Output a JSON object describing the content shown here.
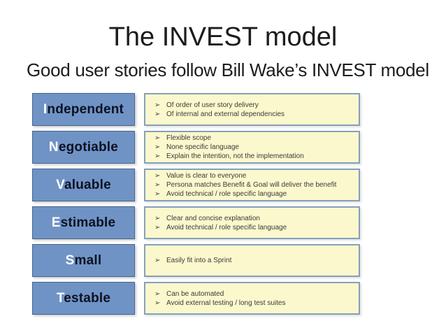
{
  "slide": {
    "title": "The INVEST model",
    "subtitle": "Good user stories follow Bill Wake’s INVEST model",
    "bullet_glyph": "➢",
    "colors": {
      "term_box_fill": "#7093c6",
      "term_box_border": "#46648c",
      "term_first_letter": "#ffffff",
      "term_text": "#0c1220",
      "note_box_fill": "#fbf8cd",
      "note_box_border": "#85a0ba",
      "note_text": "#3a3a3a",
      "background": "#ffffff"
    },
    "rows": [
      {
        "term": "Independent",
        "first_letter": "I",
        "rest": "ndependent",
        "bullets": [
          "Of order of user story delivery",
          "Of internal and external dependencies"
        ]
      },
      {
        "term": "Negotiable",
        "first_letter": "N",
        "rest": "egotiable",
        "bullets": [
          "Flexible scope",
          "None specific language",
          "Explain the intention, not the implementation"
        ]
      },
      {
        "term": "Valuable",
        "first_letter": "V",
        "rest": "aluable",
        "bullets": [
          "Value is clear to everyone",
          "Persona matches Benefit & Goal will deliver the benefit",
          "Avoid technical / role specific language"
        ]
      },
      {
        "term": "Estimable",
        "first_letter": "E",
        "rest": "stimable",
        "bullets": [
          "Clear and concise explanation",
          "Avoid technical / role specific language"
        ]
      },
      {
        "term": "Small",
        "first_letter": "S",
        "rest": "mall",
        "bullets": [
          "Easily fit into a Sprint"
        ]
      },
      {
        "term": "Testable",
        "first_letter": "T",
        "rest": "estable",
        "bullets": [
          "Can be automated",
          "Avoid external testing / long test suites"
        ]
      }
    ]
  }
}
